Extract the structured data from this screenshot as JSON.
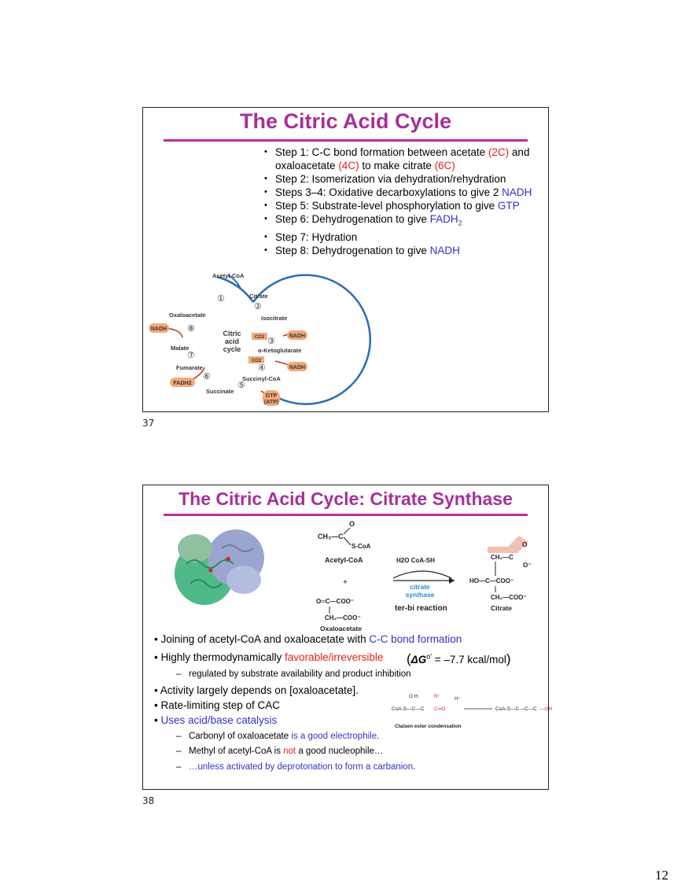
{
  "page_number": "12",
  "slide1": {
    "number": "37",
    "title": "The Citric Acid Cycle",
    "steps": [
      {
        "parts": [
          {
            "t": "Step 1: C-C bond formation between acetate "
          },
          {
            "t": "(2C)",
            "c": "red"
          },
          {
            "t": " and oxaloacetate "
          },
          {
            "t": "(4C)",
            "c": "red"
          },
          {
            "t": " to make citrate "
          },
          {
            "t": "(6C)",
            "c": "red"
          }
        ]
      },
      {
        "parts": [
          {
            "t": "Step 2: Isomerization via dehydration/rehydration"
          }
        ]
      },
      {
        "parts": [
          {
            "t": "Steps 3–4: Oxidative decarboxylations to give 2 "
          },
          {
            "t": "NADH",
            "c": "blue"
          }
        ]
      },
      {
        "parts": [
          {
            "t": "Step 5: Substrate-level phosphorylation to give "
          },
          {
            "t": "GTP",
            "c": "blue"
          }
        ]
      },
      {
        "parts": [
          {
            "t": "Step 6: Dehydrogenation to give "
          },
          {
            "t": "FADH",
            "c": "blue"
          },
          {
            "t": "2",
            "c": "blue",
            "sub": true
          }
        ]
      },
      {
        "parts": [
          {
            "t": "Step 7: Hydration"
          }
        ]
      },
      {
        "parts": [
          {
            "t": "Step 8: Dehydrogenation to give "
          },
          {
            "t": "NADH",
            "c": "blue"
          }
        ]
      }
    ],
    "cycle": {
      "center": [
        "Citric",
        "acid",
        "cycle"
      ],
      "acetyl_coa": "Acetyl-CoA",
      "citrate": "Citrate",
      "isocitrate": "Isocitrate",
      "ketoglutarate": "α-Ketoglutarate",
      "succinyl_coa": "Succinyl-CoA",
      "succinate": "Succinate",
      "fumarate": "Fumarate",
      "malate": "Malate",
      "oxaloacetate": "Oxaloacetate",
      "nadh": "NADH",
      "co2": "CO2",
      "fadh2": "FADH2",
      "gtp": "GTP",
      "atp": "(ATP)",
      "step_numbers": [
        "①",
        "②",
        "③",
        "④",
        "⑤",
        "⑥",
        "⑦",
        "⑧"
      ]
    }
  },
  "slide2": {
    "number": "38",
    "title": "The Citric Acid Cycle: Citrate Synthase",
    "reaction": {
      "acetyl_coa_label": "Acetyl-CoA",
      "oxaloacetate_label": "Oxaloacetate",
      "citrate_label": "Citrate",
      "plus": "+",
      "reagents": "H2O  CoA-SH",
      "enzyme_line1": "citrate",
      "enzyme_line2": "synthase",
      "reaction_type": "ter-bi reaction",
      "claisen_label": "Claisen ester condensation"
    },
    "bullets": [
      {
        "parts": [
          {
            "t": "Joining of acetyl-CoA and oxaloacetate with "
          },
          {
            "t": "C-C bond formation",
            "c": "blue"
          }
        ]
      },
      {
        "parts": [
          {
            "t": "Highly thermodynamically "
          },
          {
            "t": "favorable/irreversible",
            "c": "red"
          }
        ]
      },
      {
        "parts": [
          {
            "t": "Activity largely depends on [oxaloacetate]."
          }
        ]
      },
      {
        "parts": [
          {
            "t": "Rate-limiting step of CAC"
          }
        ]
      },
      {
        "parts": [
          {
            "t": "Uses acid/base catalysis",
            "c": "blue"
          }
        ]
      }
    ],
    "delta_g": "= –7.7 kcal/mol",
    "subs": [
      {
        "parts": [
          {
            "t": "regulated by substrate availability and product inhibition"
          }
        ]
      },
      {
        "parts": [
          {
            "t": "Carbonyl of oxaloacetate "
          },
          {
            "t": "is a good electrophile",
            "c": "blue"
          },
          {
            "t": "."
          }
        ]
      },
      {
        "parts": [
          {
            "t": "Methyl of acetyl-CoA is "
          },
          {
            "t": "not",
            "c": "red"
          },
          {
            "t": " a good nucleophile…"
          }
        ]
      },
      {
        "parts": [
          {
            "t": "…unless activated by deprotonation to form a carbanion",
            "c": "blue"
          },
          {
            "t": "."
          }
        ]
      }
    ]
  }
}
